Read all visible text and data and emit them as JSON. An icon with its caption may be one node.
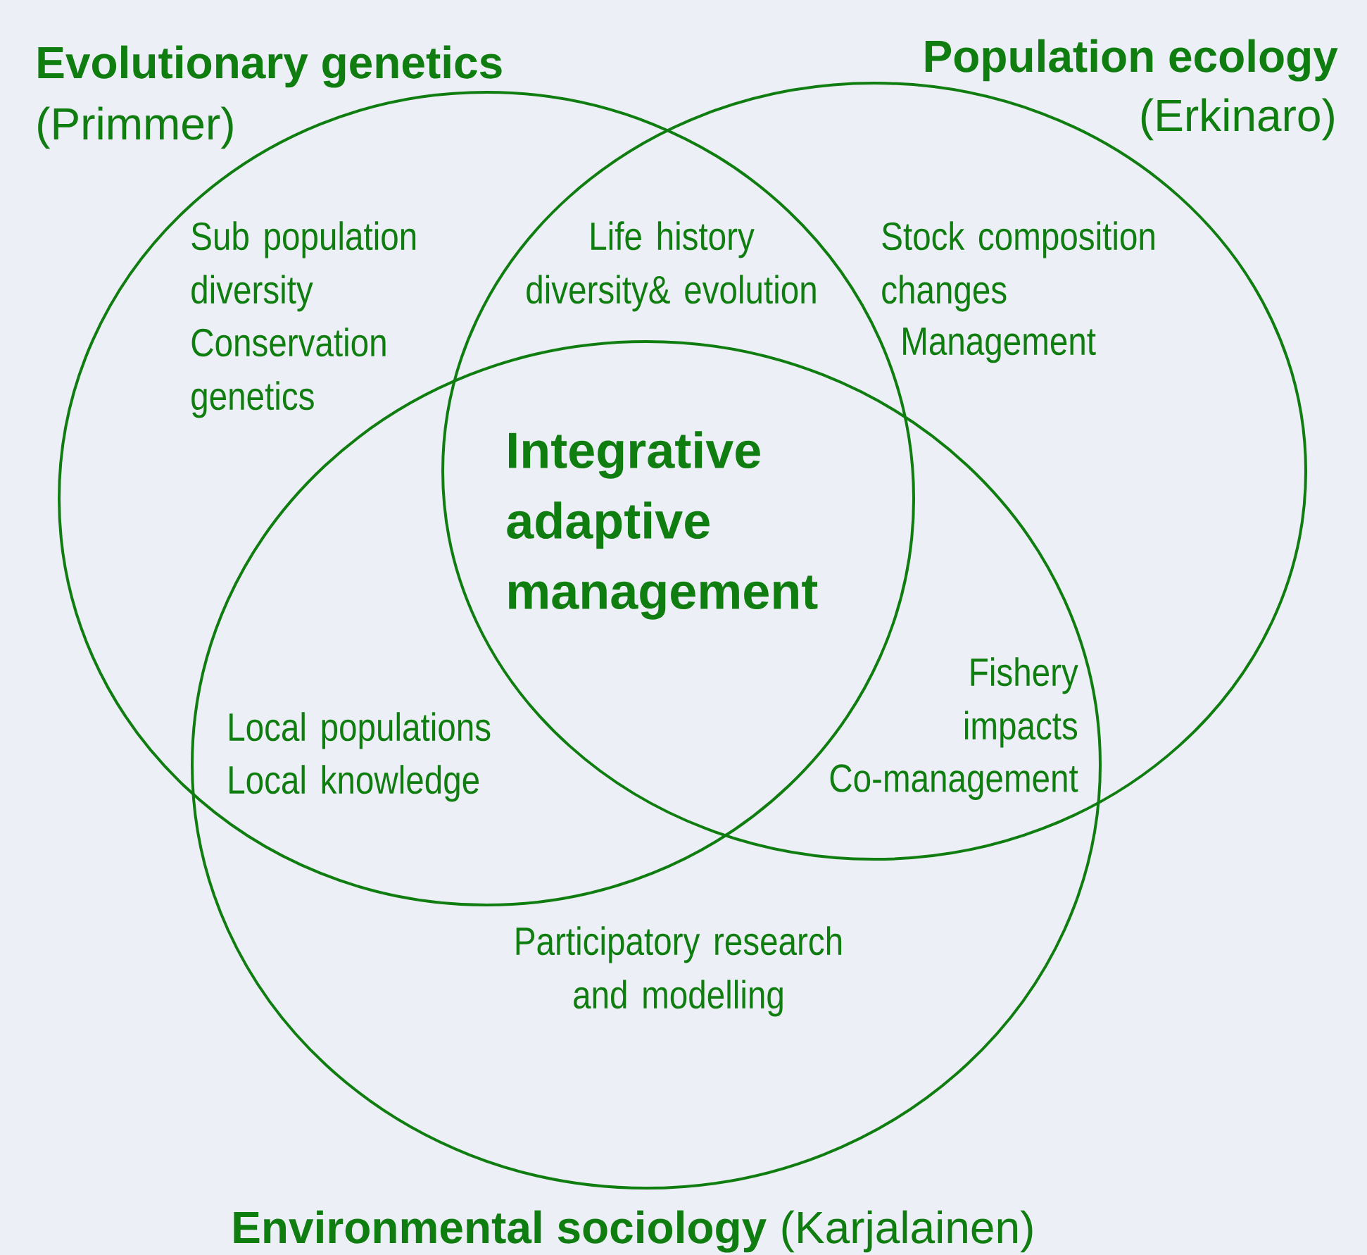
{
  "diagram": {
    "nodes": [
      {
        "text": [
          "Evolutionary genetics",
          "(Primmer)"
        ]
      },
      {
        "text": [
          "Population ecology",
          "(Erkinaro)"
        ]
      },
      {
        "text": [
          "Environmental sociology",
          "(Karjalainen)"
        ]
      }
    ],
    "labels": [
      "Sub population diversity",
      "Conservation genetics",
      "Life history diversity& evolution",
      "Stock composition changes",
      "Management",
      "Integrative adaptive management",
      "Fishery impacts",
      "Co-management",
      "Local populations",
      "Local knowledge",
      "Participatory research and modelling"
    ]
  }
}
